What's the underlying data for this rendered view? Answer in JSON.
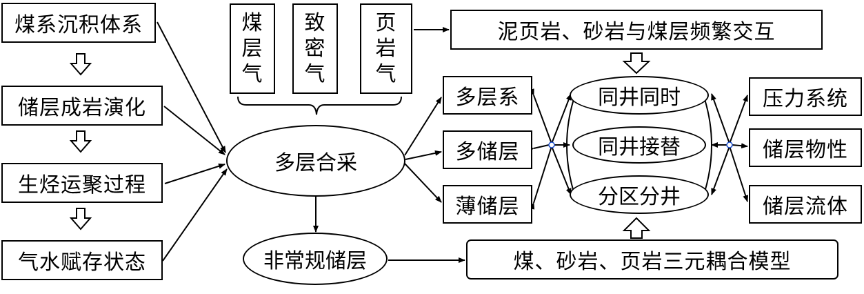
{
  "left_chain": {
    "step1": "煤系沉积体系",
    "step2": "储层成岩演化",
    "step3": "生烃运聚过程",
    "step4": "气水赋存状态"
  },
  "gas_types": {
    "coalbed": [
      "煤",
      "层",
      "气"
    ],
    "tight": [
      "致",
      "密",
      "气"
    ],
    "shale": [
      "页",
      "岩",
      "气"
    ]
  },
  "interbedding": "泥页岩、砂岩与煤层频繁交互",
  "center": {
    "multi_layer": "多层合采",
    "unconventional": "非常规储层"
  },
  "layers": {
    "multi_series": "多层系",
    "multi_reservoir": "多储层",
    "thin_reservoir": "薄储层"
  },
  "methods": {
    "same_well_simultaneous": "同井同时",
    "same_well_alternate": "同井接替",
    "zoned_wells": "分区分井"
  },
  "factors": {
    "pressure": "压力系统",
    "properties": "储层物性",
    "fluid": "储层流体"
  },
  "coupling_model": "煤、砂岩、页岩三元耦合模型"
}
